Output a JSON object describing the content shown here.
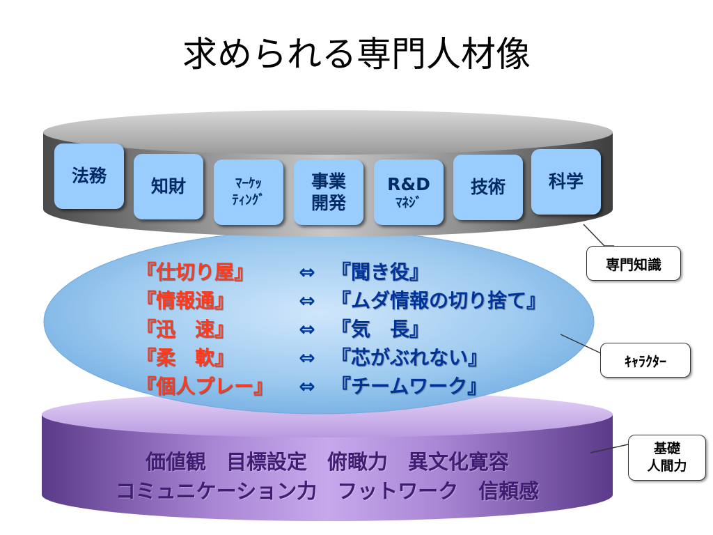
{
  "title": "求められる専門人材像",
  "top_tier": {
    "tiles": [
      {
        "lines": [
          "法務"
        ]
      },
      {
        "lines": [
          "知財"
        ]
      },
      {
        "lines": [
          "ﾏｰｹｯ",
          "ﾃｨﾝｸﾞ"
        ],
        "small": true
      },
      {
        "lines": [
          "事業",
          "開発"
        ]
      },
      {
        "lines": [
          "R&D",
          "ﾏﾈｼﾞ"
        ],
        "small": true
      },
      {
        "lines": [
          "技術"
        ]
      },
      {
        "lines": [
          "科学"
        ]
      }
    ],
    "callout": "専門知識"
  },
  "middle_tier": {
    "rows": [
      {
        "left": "『仕切り屋』",
        "arrow": "⇔",
        "right": "『聞き役』"
      },
      {
        "left": "『情報通』",
        "arrow": "⇔",
        "right": "『ムダ情報の切り捨て』"
      },
      {
        "left": "『迅　速』",
        "arrow": "⇔",
        "right": "『気　長』"
      },
      {
        "left": "『柔　軟』",
        "arrow": "⇔",
        "right": "『芯がぶれない』"
      },
      {
        "left": "『個人プレー』",
        "arrow": "⇔",
        "right": "『チームワーク』"
      }
    ],
    "callout": "ｷｬﾗｸﾀｰ"
  },
  "bottom_tier": {
    "lines": [
      "価値観　目標設定　俯瞰力　異文化寛容",
      "コミュニケーション力　フットワーク　信頼感"
    ],
    "callout_lines": [
      "基礎",
      "人間力"
    ]
  },
  "colors": {
    "tile_fill": "#99ccff",
    "left_text": "#ff3b1f",
    "right_text": "#003399",
    "ellipse_fill": "#8fc2ec",
    "bottom_fill": "#8a63b8"
  }
}
